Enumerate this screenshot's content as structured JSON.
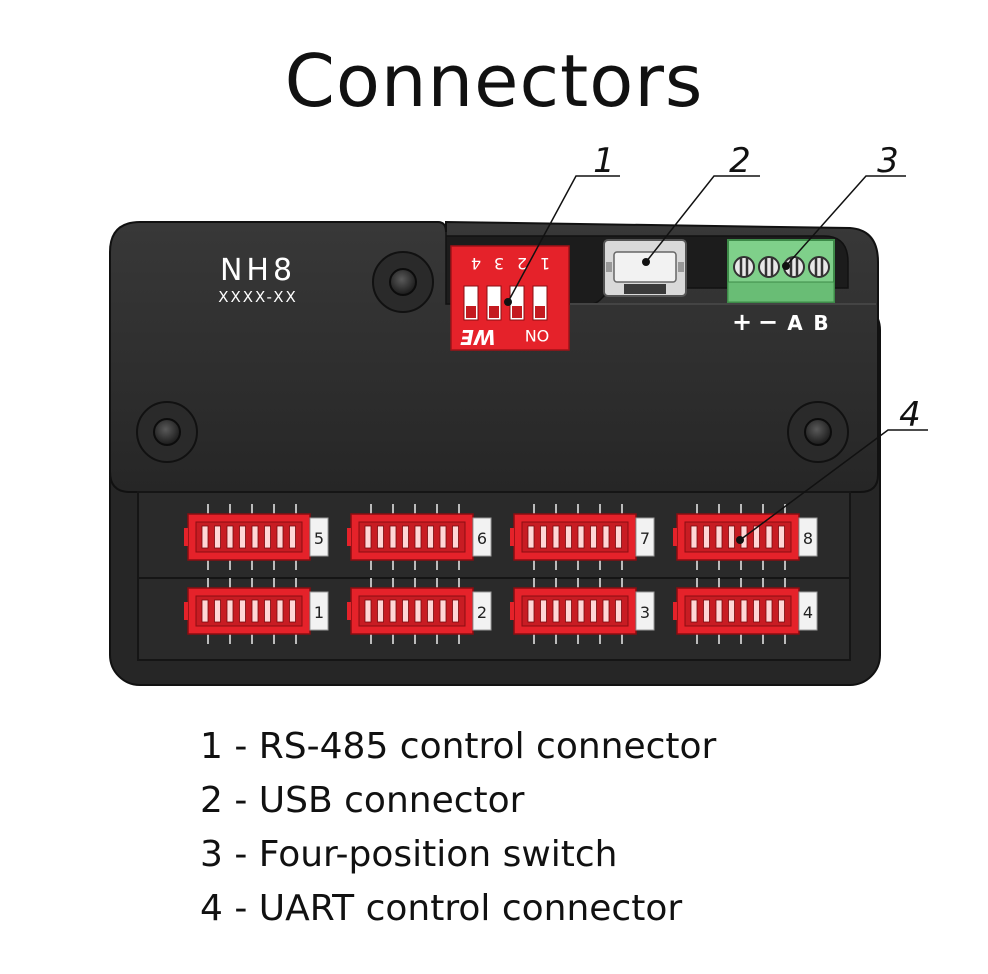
{
  "title": "Connectors",
  "device": {
    "model": "NH8",
    "serial": "XXXX-XX",
    "dip_numbers": [
      "1",
      "2",
      "3",
      "4"
    ],
    "dip_on": "ON",
    "dip_brand": "WE",
    "terminal_labels": [
      "+",
      "−",
      "A",
      "B"
    ],
    "port_numbers_top": [
      "5",
      "6",
      "7",
      "8"
    ],
    "port_numbers_bottom": [
      "1",
      "2",
      "3",
      "4"
    ]
  },
  "callouts": [
    "1",
    "2",
    "3",
    "4"
  ],
  "legend": [
    "1 - RS-485 control connector",
    "2 - USB connector",
    "3 - Four-position switch",
    "4 - UART control connector"
  ],
  "colors": {
    "housing": "#2e2e2e",
    "housing_dark": "#1f1f1f",
    "connector_red": "#e5222a",
    "terminal_green": "#7fd08a",
    "label_white": "#ffffff"
  }
}
